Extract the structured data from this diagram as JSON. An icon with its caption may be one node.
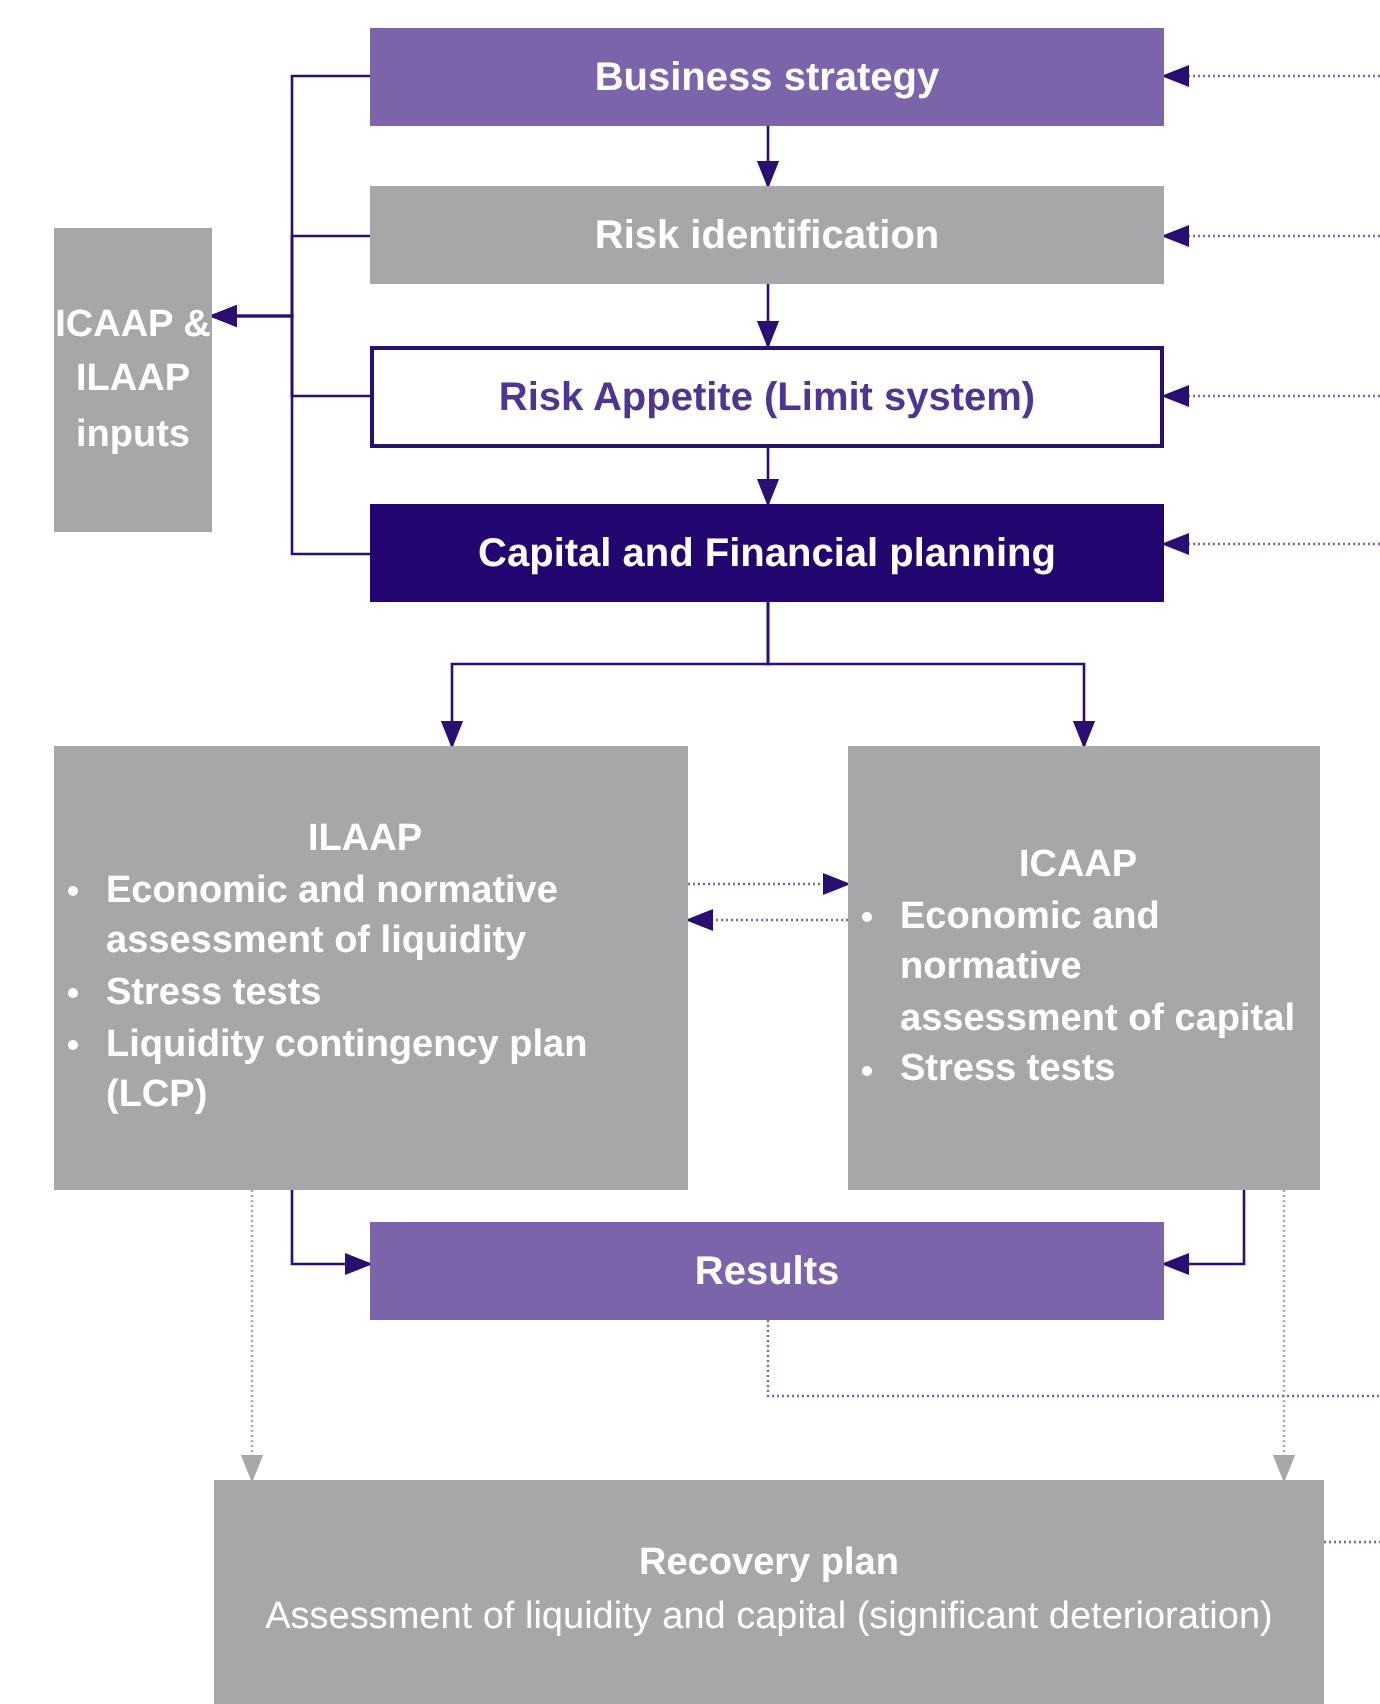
{
  "diagram": {
    "nodes": [
      {
        "text": [
          "ICAAP & ILAAP inputs"
        ]
      },
      {
        "text": [
          "Business strategy"
        ]
      },
      {
        "text": [
          "Risk identification"
        ]
      },
      {
        "text": [
          "Risk Appetite (Limit system)"
        ]
      },
      {
        "text": [
          "Capital and Financial planning"
        ]
      },
      {
        "text": [
          "ILAAP",
          "Economic and normative assessment of liquidity",
          "Stress tests",
          "Liquidity contingency plan (LCP)"
        ]
      },
      {
        "text": [
          "ICAAP",
          "Economic and normative assessment of capital",
          "Stress tests"
        ]
      },
      {
        "text": [
          "Results"
        ]
      },
      {
        "text": [
          "Recovery plan",
          "Assessment of liquidity and capital (significant deterioration)"
        ]
      }
    ],
    "edges": [
      {
        "from": 1,
        "to": 0,
        "arrow": "to"
      },
      {
        "from": 2,
        "to": 0,
        "arrow": "to"
      },
      {
        "from": 3,
        "to": 0,
        "arrow": "to"
      },
      {
        "from": 4,
        "to": 0,
        "arrow": "to"
      },
      {
        "from": 1,
        "to": 2,
        "arrow": "to"
      },
      {
        "from": 2,
        "to": 3,
        "arrow": "to"
      },
      {
        "from": 3,
        "to": 4,
        "arrow": "to"
      },
      {
        "from": 4,
        "to": 5,
        "arrow": "to"
      },
      {
        "from": 4,
        "to": 6,
        "arrow": "to"
      },
      {
        "from": 5,
        "to": 6,
        "arrow": "to",
        "style": "dashed",
        "color": "#7b64aa"
      },
      {
        "from": 6,
        "to": 5,
        "arrow": "to",
        "style": "dashed",
        "color": "#7b64aa"
      },
      {
        "from": 5,
        "to": 7,
        "arrow": "to"
      },
      {
        "from": 6,
        "to": 7,
        "arrow": "to"
      },
      {
        "from": 5,
        "to": 8,
        "arrow": "to",
        "style": "dashed",
        "color": "#a7a7a9"
      },
      {
        "from": 6,
        "to": 8,
        "arrow": "to",
        "style": "dashed",
        "color": "#a7a7a9"
      },
      {
        "from": null,
        "to": 1,
        "arrow": "to",
        "style": "dashed",
        "color": "#7b64aa"
      },
      {
        "from": null,
        "to": 2,
        "arrow": "to",
        "style": "dashed",
        "color": "#7b64aa"
      },
      {
        "from": null,
        "to": 3,
        "arrow": "to",
        "style": "dashed",
        "color": "#7b64aa"
      },
      {
        "from": null,
        "to": 4,
        "arrow": "to",
        "style": "dashed",
        "color": "#7b64aa"
      },
      {
        "from": 7,
        "to": null,
        "arrow": "none",
        "style": "dashed",
        "color": "#7b64aa"
      },
      {
        "from": 8,
        "to": null,
        "arrow": "none",
        "style": "dashed",
        "color": "#7b64aa"
      }
    ]
  }
}
